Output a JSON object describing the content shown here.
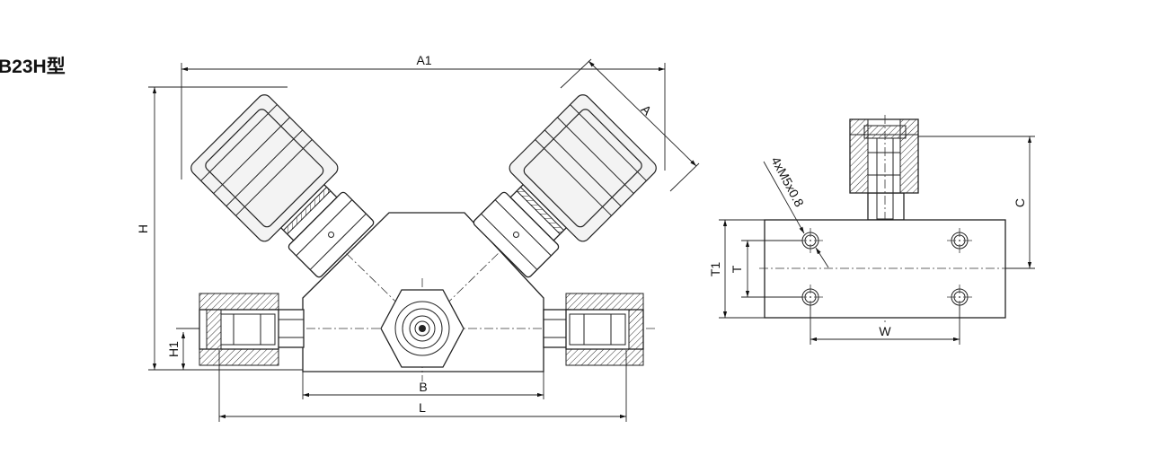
{
  "title": "B23H型",
  "dimensions": {
    "a1": "A1",
    "a": "A",
    "h": "H",
    "h1": "H1",
    "b": "B",
    "l": "L",
    "c": "C",
    "t1": "T1",
    "t": "T",
    "w": "W",
    "thread": "4xM5x0.8"
  }
}
